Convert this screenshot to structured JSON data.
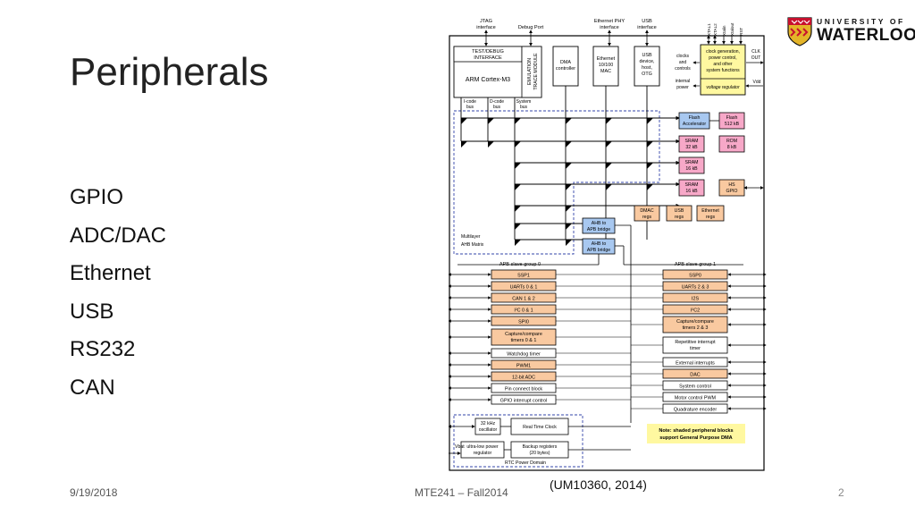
{
  "slide": {
    "title": "Peripherals",
    "bullets": [
      "GPIO",
      "ADC/DAC",
      "Ethernet",
      "USB",
      "RS232",
      "CAN"
    ],
    "citation": "(UM10360, 2014)",
    "footer": {
      "date": "9/19/2018",
      "center": "MTE241 – Fall2014",
      "page": "2"
    }
  },
  "logo": {
    "line1": "UNIVERSITY OF",
    "line2": "WATERLOO",
    "shield_color": "#c8102e",
    "gold_color": "#e4b429"
  },
  "colors": {
    "peripheral_orange": "#f9c9a0",
    "memory_pink": "#f7a8c8",
    "bridge_blue": "#a8c8f0",
    "clock_yellow": "#fff8a0",
    "bus_blue": "#3344aa"
  },
  "diagram": {
    "top_labels": {
      "jtag": [
        "JTAG",
        "interface"
      ],
      "debug": [
        "Debug Port"
      ],
      "ethphy": [
        "Ethernet PHY",
        "interface"
      ],
      "usbif": [
        "USB",
        "interface"
      ],
      "clk_pins": [
        "XTAL1",
        "XTAL2",
        "Xtalin",
        "Xtalout",
        "RST"
      ]
    },
    "cpu": {
      "testdebug": [
        "TEST/DEBUG",
        "INTERFACE"
      ],
      "core": "ARM Cortex-M3",
      "etm": [
        "EMULATION",
        "TRACE MODULE"
      ]
    },
    "buses": {
      "icode": [
        "I-code",
        "bus"
      ],
      "dcode": [
        "D-code",
        "bus"
      ],
      "system": [
        "System",
        "bus"
      ]
    },
    "masters": {
      "dma": [
        "DMA",
        "controller"
      ],
      "eth": [
        "Ethernet",
        "10/100",
        "MAC"
      ],
      "usb": [
        "USB",
        "device,",
        "host,",
        "OTG"
      ]
    },
    "clock": {
      "block1": [
        "clock generation,",
        "power control,",
        "and other",
        "system functions"
      ],
      "block2": "voltage regulator",
      "left1": [
        "clocks",
        "and",
        "controls"
      ],
      "left2": [
        "internal",
        "power"
      ],
      "clkout": [
        "CLK",
        "OUT"
      ],
      "vdd": "Vdd"
    },
    "memory": {
      "flash_acc": [
        "Flash",
        "Accelerator"
      ],
      "flash": [
        "Flash",
        "512 kB"
      ],
      "sram32": [
        "SRAM",
        "32 kB"
      ],
      "rom": [
        "ROM",
        "8 kB"
      ],
      "sram16a": [
        "SRAM",
        "16 kB"
      ],
      "sram16b": [
        "SRAM",
        "16 kB"
      ],
      "hsgpio": [
        "HS",
        "GPIO"
      ]
    },
    "regs": {
      "dmac": [
        "DMAC",
        "regs"
      ],
      "usb": [
        "USB",
        "regs"
      ],
      "eth": [
        "Ethernet",
        "regs"
      ]
    },
    "matrix": [
      "Multilayer",
      "AHB Matrix"
    ],
    "bridges": [
      "AHB to",
      "APB bridge"
    ],
    "apb0": {
      "title": "APB slave group 0",
      "items": [
        [
          "SSP1"
        ],
        [
          "UARTs 0 & 1"
        ],
        [
          "CAN 1 & 2"
        ],
        [
          "I²C 0 & 1"
        ],
        [
          "SPI0"
        ],
        [
          "Capture/compare",
          "timers 0 & 1"
        ],
        [
          "Watchdog timer"
        ],
        [
          "PWM1"
        ],
        [
          "12-bit ADC"
        ],
        [
          "Pin connect block"
        ],
        [
          "GPIO interrupt control"
        ]
      ]
    },
    "apb1": {
      "title": "APB slave group 1",
      "items": [
        [
          "SSP0"
        ],
        [
          "UARTs 2 & 3"
        ],
        [
          "I2S"
        ],
        [
          "I²C2"
        ],
        [
          "Capture/compare",
          "timers 2 & 3"
        ],
        [
          "Repetitive interrupt",
          "timer"
        ],
        [
          "External interrupts"
        ],
        [
          "DAC"
        ],
        [
          "System control"
        ],
        [
          "Motor control PWM"
        ],
        [
          "Quadrature encoder"
        ]
      ]
    },
    "rtc": {
      "osc": [
        "32 kHz",
        "oscillator"
      ],
      "clock": "Real Time Clock",
      "vbat": "Vbat",
      "ulpr": [
        "ultra-low power",
        "regulator"
      ],
      "backup": [
        "Backup registers",
        "(20 bytes)"
      ],
      "domain": "RTC Power Domain"
    },
    "note": [
      "Note: shaded peripheral blocks",
      "support General Purpose DMA"
    ]
  }
}
